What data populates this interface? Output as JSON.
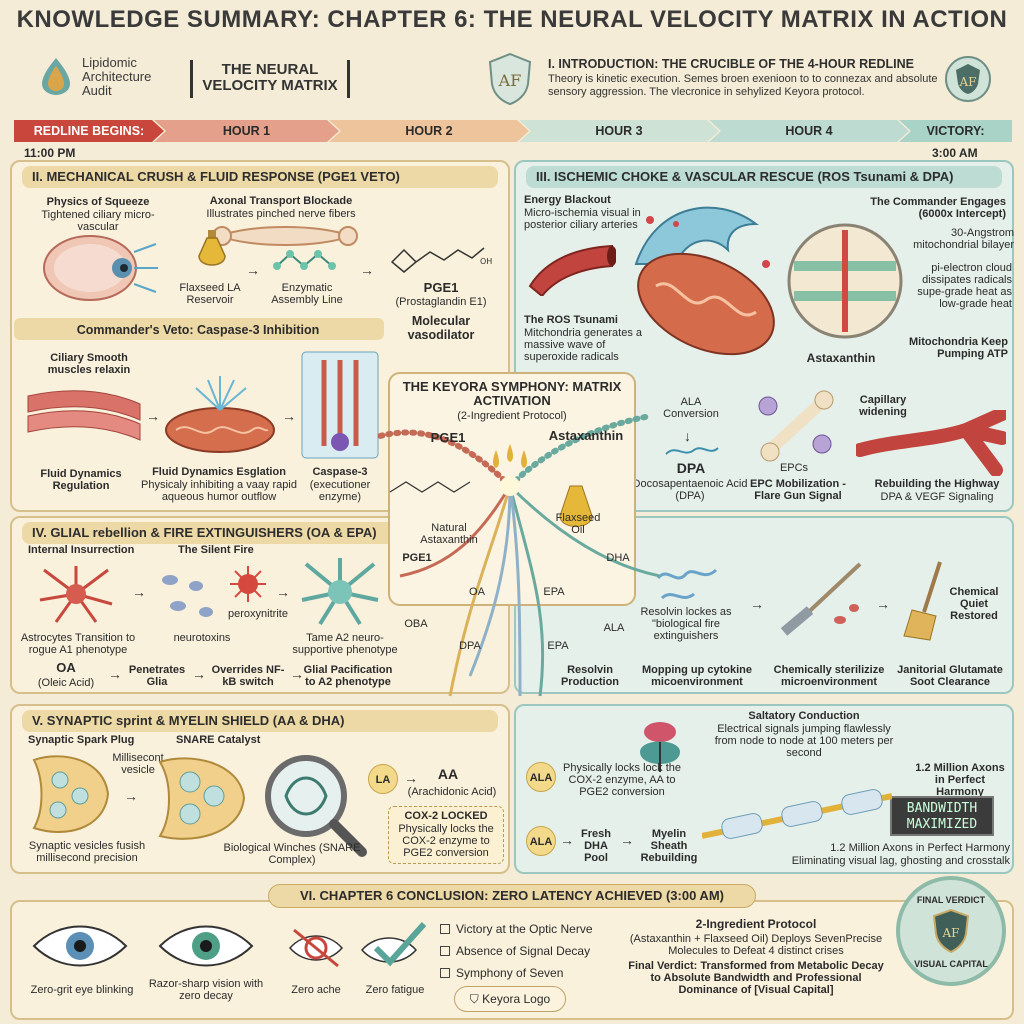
{
  "title": "KNOWLEDGE SUMMARY: CHAPTER 6: THE NEURAL VELOCITY MATRIX IN ACTION",
  "brand": {
    "line1": "Lipidomic",
    "line2": "Architecture",
    "line3": "Audit"
  },
  "badge": {
    "line1": "THE NEURAL",
    "line2": "VELOCITY MATRIX"
  },
  "intro": {
    "heading": "I. INTRODUCTION: THE CRUCIBLE OF THE 4-HOUR REDLINE",
    "text": "Theory is kinetic execution. Semes broen exenioon to to connezax and absolute sensory aggression. The vlecronice in sehylized Keyora protocol."
  },
  "timeline": {
    "segments": [
      "REDLINE BEGINS:",
      "HOUR 1",
      "HOUR 2",
      "HOUR 3",
      "HOUR 4",
      "VICTORY:"
    ],
    "start_time": "11:00 PM",
    "end_time": "3:00 AM"
  },
  "section2": {
    "heading": "II. MECHANICAL CRUSH & FLUID RESPONSE (PGE1 VETO)",
    "squeeze_title": "Physics of Squeeze",
    "squeeze_sub": "Tightened ciliary micro-vascular",
    "axonal_title": "Axonal Transport Blockade",
    "axonal_sub": "Illustrates pinched nerve fibers",
    "flaxseed": "Flaxseed LA Reservoir",
    "enzymatic": "Enzymatic Assembly Line",
    "pge1": "PGE1",
    "pge1_sub": "(Prostaglandin E1)",
    "vasodilator": "Molecular vasodilator",
    "veto_heading": "Commander's Veto: Caspase-3 Inhibition",
    "ciliary": "Ciliary Smooth muscles relaxin",
    "fluid_reg": "Fluid Dynamics Regulation",
    "fluid_esc_title": "Fluid Dynamics Esglation",
    "fluid_esc_sub": "Physicaly inhibiting a vaay rapid aqueous humor outflow",
    "caspase": "Caspase-3",
    "caspase_sub": "(executioner enzyme)"
  },
  "section3": {
    "heading": "III. ISCHEMIC CHOKE & VASCULAR RESCUE (ROS Tsunami & DPA)",
    "energy_title": "Energy Blackout",
    "energy_sub": "Micro-ischemia visual in posterior ciliary arteries",
    "ros_title": "The ROS Tsunami",
    "ros_sub": "Mitchondria generates a massive wave of superoxide radicals",
    "commander": "The Commander Engages (6000x Intercept)",
    "angstrom": "30-Angstrom mitochondrial bilayer",
    "pi_electron": "pi-electron cloud dissipates radicals supe-grade heat as low-grade heat",
    "astaxanthin": "Astaxanthin",
    "atp": "Mitochondria Keep Pumping ATP",
    "ala_conv": "ALA Conversion",
    "dpa": "DPA",
    "dpa_sub": "Docosapentaenoic Acid (DPA)",
    "epcs": "EPCs",
    "epc_mob": "EPC Mobilization - Flare Gun Signal",
    "capillary": "Capillary widening",
    "rebuild": "Rebuilding the Highway",
    "rebuild_sub": "DPA & VEGF Signaling"
  },
  "center": {
    "title": "THE KEYORA SYMPHONY: MATRIX ACTIVATION",
    "sub": "(2-Ingredient Protocol)",
    "pge1": "PGE1",
    "astaxanthin": "Astaxanthin",
    "natural": "Natural Astaxanthin",
    "flaxseed": "Flaxseed Oil",
    "pge1_b": "PGE1",
    "dha": "DHA",
    "oa": "OA",
    "epa": "EPA",
    "oba": "OBA",
    "dpa": "DPA",
    "ala": "ALA",
    "epa2": "EPA"
  },
  "section4": {
    "heading": "IV. GLIAL rebellion & FIRE EXTINGUISHERS (OA & EPA)",
    "insurrection": "Internal Insurrection",
    "silent": "The Silent Fire",
    "peroxynitrite": "peroxynitrite",
    "astro": "Astrocytes Transition to rogue A1 phenotype",
    "neurotoxins": "neurotoxins",
    "tame": "Tame A2 neuro-supportive phenotype",
    "oa": "OA",
    "oa_sub": "(Oleic Acid)",
    "penetrates": "Penetrates Glia",
    "overrides": "Overrides NF-kB switch",
    "glial": "Glial Pacification to A2 phenotype",
    "resolvin_locks": "Resolvin lockes as \"biological fire extinguishers",
    "chem_quiet": "Chemical Quiet Restored",
    "resolvin_prod": "Resolvin Production",
    "mopping": "Mopping up cytokine micoenvironment",
    "sterilize": "Chemically sterilizize microenvironment",
    "janitorial": "Janitorial Glutamate Soot Clearance"
  },
  "section5": {
    "heading": "V. SYNAPTIC sprint & MYELIN SHIELD (AA & DHA)",
    "spark": "Synaptic Spark Plug",
    "snare": "SNARE Catalyst",
    "millisecond": "Millisecont vesicle",
    "la": "LA",
    "aa": "AA",
    "aa_sub": "(Arachidonic Acid)",
    "vesicles": "Synaptic vesicles fusish millisecond precision",
    "winches": "Biological Winches (SNARE Complex)",
    "cox_title": "COX-2 LOCKED",
    "cox_sub": "Physically locks the COX-2 enzyme to PGE2 conversion",
    "saltatory": "Saltatory Conduction",
    "saltatory_sub": "Electrical signals jumping flawlessly from node to node at 100 meters per second",
    "ala": "ALA",
    "phys_locks": "Physically locks lock the COX-2 enzyme, AA to PGE2 conversion",
    "million": "1.2 Million Axons in Perfect Harmony",
    "bandwidth": "BANDWIDTH MAXIMIZED",
    "ala2": "ALA",
    "fresh": "Fresh DHA Pool",
    "myelin": "Myelin Sheath Rebuilding",
    "million2": "1.2 Million Axons in Perfect Harmony",
    "eliminating": "Eliminating visual lag, ghosting and crosstalk"
  },
  "section6": {
    "heading": "VI. CHAPTER 6 CONCLUSION: ZERO LATENCY ACHIEVED (3:00 AM)",
    "eye1": "Zero-grit eye blinking",
    "eye2": "Razor-sharp vision with zero decay",
    "eye3": "Zero ache",
    "eye4": "Zero fatigue",
    "checks": [
      "Victory at the Optic Nerve",
      "Absence of Signal Decay",
      "Symphony of Seven"
    ],
    "protocol_title": "2-Ingredient Protocol",
    "protocol_sub": "(Astaxanthin + Flaxseed Oil) Deploys SevenPrecise Molecules to Defeat 4 distinct crises",
    "verdict_text": "Final Verdict: Transformed from Metabolic Decay to Absolute Bandwidth and Professional Dominance of [Visual Capital]",
    "keyora_logo": "Keyora Logo",
    "seal_top": "FINAL VERDICT",
    "seal_bottom": "VISUAL CAPITAL"
  },
  "colors": {
    "gold_panel": "#ecd9a6",
    "teal_panel": "#bcdcd4",
    "redline": "#c9463c",
    "victory": "#a9d3c6"
  }
}
